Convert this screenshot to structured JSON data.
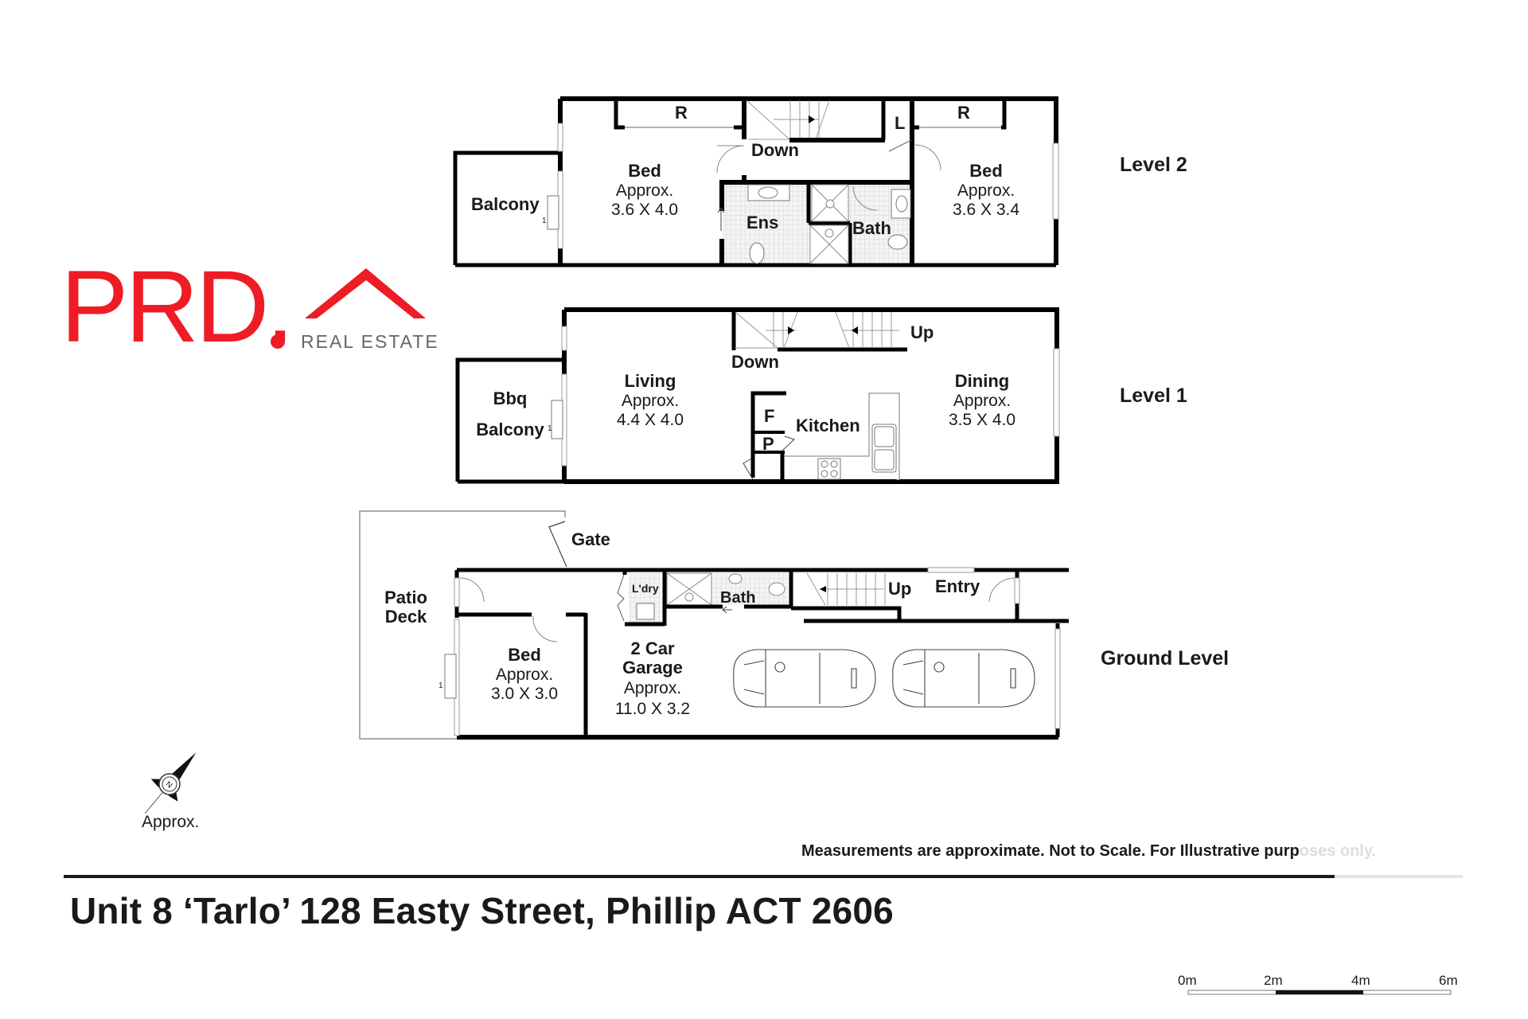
{
  "brand": {
    "logo_text": "PRD.",
    "logo_subtext": "REAL ESTATE",
    "brand_color": "#ee1c25",
    "subtext_color": "#666666"
  },
  "levels": [
    {
      "label": "Level 2",
      "rooms": [
        {
          "name": "Balcony"
        },
        {
          "name": "R",
          "type": "robe"
        },
        {
          "name": "Bed",
          "dims_label": "Approx.",
          "dims": "3.6 X 4.0"
        },
        {
          "name": "Down",
          "type": "stairs"
        },
        {
          "name": "L",
          "type": "linen"
        },
        {
          "name": "Ens"
        },
        {
          "name": "Bath"
        },
        {
          "name": "R",
          "type": "robe"
        },
        {
          "name": "Bed",
          "dims_label": "Approx.",
          "dims": "3.6 X 3.4"
        }
      ]
    },
    {
      "label": "Level 1",
      "rooms": [
        {
          "name": "Bbq Balcony",
          "line1": "Bbq",
          "line2": "Balcony"
        },
        {
          "name": "Living",
          "dims_label": "Approx.",
          "dims": "4.4 X 4.0"
        },
        {
          "name": "Down",
          "type": "stairs"
        },
        {
          "name": "Up",
          "type": "stairs"
        },
        {
          "name": "F",
          "type": "fridge"
        },
        {
          "name": "P",
          "type": "pantry"
        },
        {
          "name": "Kitchen"
        },
        {
          "name": "Dining",
          "dims_label": "Approx.",
          "dims": "3.5 X 4.0"
        }
      ]
    },
    {
      "label": "Ground Level",
      "rooms": [
        {
          "name": "Gate"
        },
        {
          "name": "Patio Deck",
          "line1": "Patio",
          "line2": "Deck"
        },
        {
          "name": "Bed",
          "dims_label": "Approx.",
          "dims": "3.0 X 3.0"
        },
        {
          "name": "L'dry"
        },
        {
          "name": "Bath"
        },
        {
          "name": "Up",
          "type": "stairs"
        },
        {
          "name": "Entry"
        },
        {
          "name": "2 Car Garage",
          "line1": "2 Car",
          "line2": "Garage",
          "dims_label": "Approx.",
          "dims": "11.0 X 3.2"
        }
      ]
    }
  ],
  "window_marker": "1",
  "compass": {
    "letter": "N",
    "label": "Approx."
  },
  "disclaimer": {
    "text_main": "Measurements are approximate. Not to Scale. For Illustrative purp",
    "text_faded": "oses only."
  },
  "address": "Unit 8 ‘Tarlo’ 128 Easty Street, Phillip ACT 2606",
  "scale_bar": {
    "ticks": [
      "0m",
      "2m",
      "4m",
      "6m"
    ]
  }
}
